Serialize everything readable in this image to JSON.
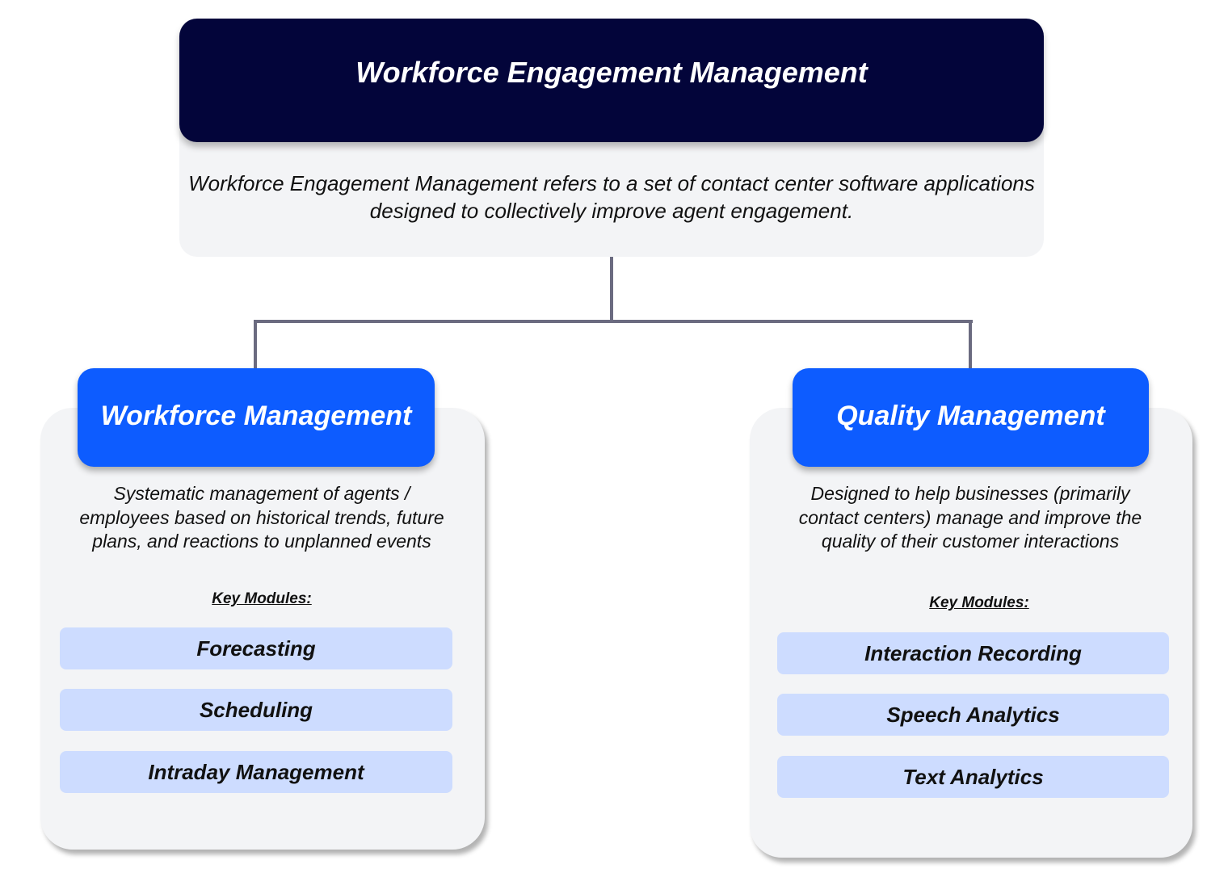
{
  "root": {
    "title": "Workforce Engagement Management",
    "description_line1": "Workforce Engagement Management refers to a set of contact center software applications",
    "description_line2": "designed to collectively improve agent engagement."
  },
  "branches": [
    {
      "title": "Workforce Management",
      "description": [
        "Systematic management of agents /",
        "employees based on historical trends, future",
        "plans, and reactions to unplanned events"
      ],
      "key_modules_label": "Key Modules:",
      "modules": [
        "Forecasting",
        "Scheduling",
        "Intraday Management"
      ]
    },
    {
      "title": "Quality Management",
      "description": [
        "Designed to help businesses (primarily",
        "contact centers) manage and improve the",
        "quality of their customer interactions"
      ],
      "key_modules_label": "Key Modules:",
      "modules": [
        "Interaction Recording",
        "Speech Analytics",
        "Text Analytics"
      ]
    }
  ],
  "colors": {
    "root": "#03053a",
    "branch": "#0d5cff",
    "module": "#cddcff",
    "panel": "#f3f4f6",
    "connector": "#6b6b80"
  }
}
